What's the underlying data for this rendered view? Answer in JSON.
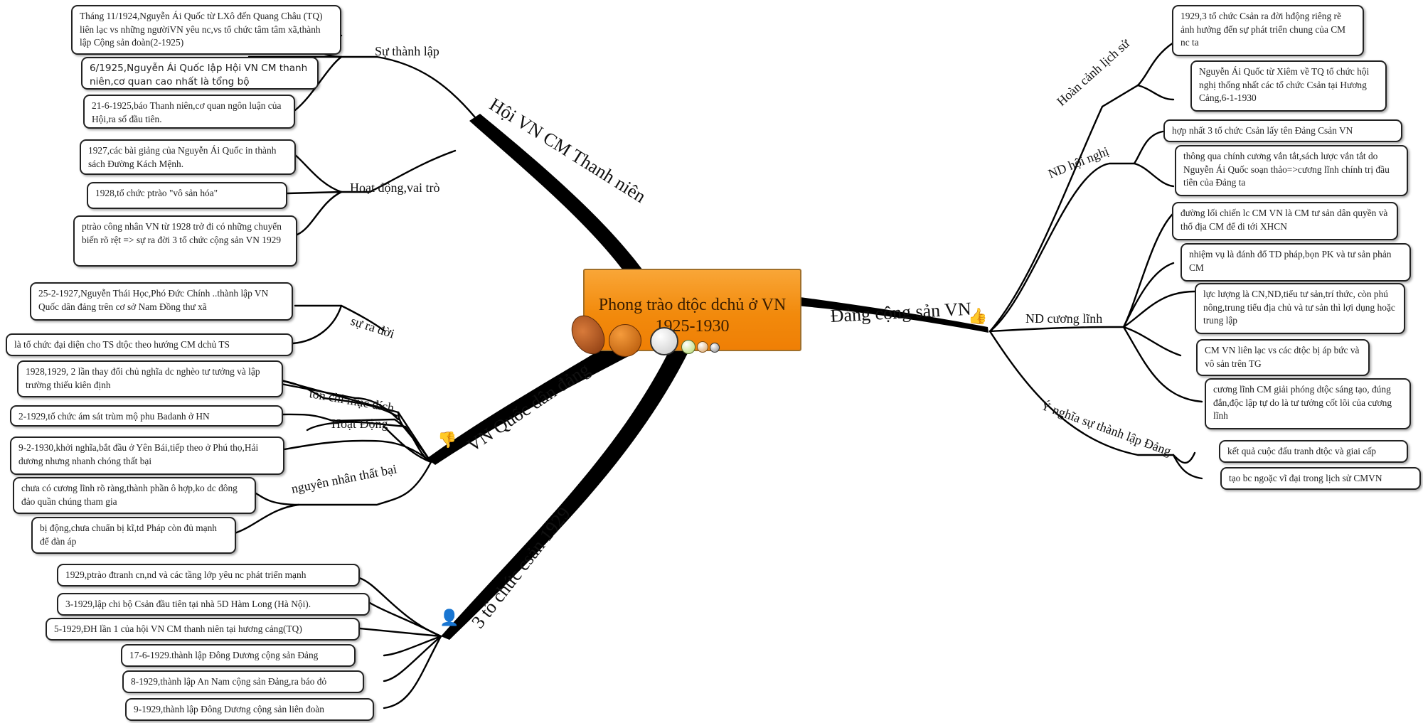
{
  "center": {
    "title": "Phong trào dtộc dchủ ở VN 1925-1930"
  },
  "icons": {
    "center": "sports-balls-icon",
    "thumbs_up": "thumbs-up-icon",
    "thumbs_down": "thumbs-down-icon",
    "person": "person-icon"
  },
  "branches": {
    "hoi": {
      "label": "Hội VN CM Thanh niên",
      "groups": [
        {
          "label": "Sự thành lập",
          "items": [
            "Tháng 11/1924,Nguyễn Ái Quốc từ LXô đến Quang Châu (TQ) liên lạc vs những ngườiVN yêu nc,vs tổ chức tâm tâm xã,thành lập Cộng sản đoàn(2-1925)",
            "6/1925,Nguyễn Ái Quốc lập Hội VN CM thanh niên,cơ quan cao nhất là tổng bộ",
            "21-6-1925,báo Thanh niên,cơ quan ngôn luận của Hội,ra số đầu tiên."
          ]
        },
        {
          "label": "Hoạt động,vai trò",
          "items": [
            "1927,các bài giảng của Nguyễn Ái Quốc in thành sách Đường Kách Mệnh.",
            "1928,tổ chức ptrào \"vô sản hóa\"",
            "ptrào công nhân VN từ 1928 trở đi có những chuyển biến rõ rệt => sự ra đời 3 tổ chức cộng sản VN 1929"
          ]
        }
      ]
    },
    "vnqdd": {
      "label": "VN Quốc dân đảng",
      "groups": [
        {
          "label": "sự ra đời",
          "items": [
            "25-2-1927,Nguyễn Thái Học,Phó Đức Chính ..thành lập VN Quốc dân đảng trên cơ sở Nam Đồng thư xã",
            "là tổ chức đại diện cho TS dtộc theo hướng CM dchủ TS"
          ]
        },
        {
          "label": "tôn chỉ mục đích",
          "items": [
            "1928,1929, 2 lần thay đổi chủ nghĩa dc nghèo tư tưởng và lập trường thiếu kiên định"
          ]
        },
        {
          "label": "Hoạt Động",
          "items": [
            "2-1929,tổ chức ám sát trùm mộ phu Badanh ở HN",
            "9-2-1930,khởi nghĩa,bắt đầu ở Yên Bái,tiếp theo ở Phú thọ,Hải dương nhưng nhanh chóng thất bại"
          ]
        },
        {
          "label": "nguyên nhân thất bại",
          "items": [
            "chưa có cương lĩnh rõ ràng,thành phần ô hợp,ko dc đông đảo quần chúng tham gia",
            "bị động,chưa chuẩn bị kĩ,td Pháp còn đủ mạnh để đàn áp"
          ]
        }
      ]
    },
    "tochuc": {
      "label": "3 tổ chức csản 1929",
      "items": [
        "1929,ptrào đtranh cn,nd và các tầng lớp yêu nc phát triển mạnh",
        "3-1929,lập chi bộ Csản đầu tiên tại nhà 5D Hàm Long (Hà Nội).",
        "5-1929,ĐH lần 1 của hội VN CM thanh niên tại hương cảng(TQ)",
        "17-6-1929.thành lập Đông Dương cộng sản Đảng",
        "8-1929,thành lập An Nam cộng sản Đảng,ra báo đỏ",
        "9-1929,thành lập Đông Dương cộng sản liên đoàn"
      ]
    },
    "dang": {
      "label": "Đảng cộng sản VN",
      "groups": [
        {
          "label": "Hoàn cảnh lịch sử",
          "items": [
            "1929,3 tổ chức Csản ra đời hđộng riêng rẽ ảnh hưởng đến sự phát triển chung của CM nc ta",
            "Nguyễn Ái Quốc từ Xiêm về TQ tổ chức hội nghị thống nhất các tổ chức Csản tại Hương Cảng,6-1-1930"
          ]
        },
        {
          "label": "ND hội nghị",
          "items": [
            "hợp nhất 3 tổ chức Csản lấy tên Đảng Csản VN",
            "thông qua chính cương vắn tắt,sách lược vắn tắt do Nguyễn Ái Quốc soạn thảo=>cương lĩnh chính trị đầu tiên của Đảng ta"
          ]
        },
        {
          "label": "ND cương lĩnh",
          "items": [
            "đường lối chiến lc CM VN là CM tư sản dân quyền và thổ địa CM để đi tới XHCN",
            "nhiệm vụ là đánh đổ TD pháp,bọn PK và tư sản phản CM",
            "lực lượng là CN,ND,tiểu tư sản,trí thức, còn phú nông,trung tiểu địa chủ và tư sản thì lợi dụng hoặc trung lập",
            "CM VN liên lạc vs các dtộc bị áp bức và vô sản trên TG",
            "cương lĩnh CM giải phóng dtộc sáng tạo, đúng đắn,độc lập tự do là tư tưởng cốt lõi của cương lĩnh"
          ]
        },
        {
          "label": "Ý nghĩa sự thành lập Đảng",
          "items": [
            "kết quả cuộc đấu tranh dtộc và giai cấp",
            "tạo bc ngoặc vĩ đại trong lịch sử CMVN"
          ]
        }
      ]
    }
  }
}
